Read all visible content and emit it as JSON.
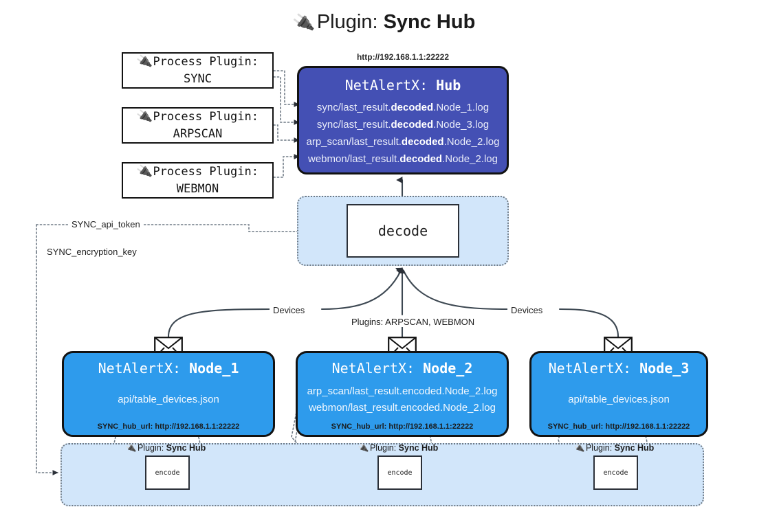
{
  "title": {
    "icon": "plug-icon",
    "prefix": "Plugin:",
    "name": "Sync Hub"
  },
  "process_plugins": [
    {
      "icon": "plug-icon",
      "heading": "Process Plugin:",
      "name": "SYNC"
    },
    {
      "icon": "plug-icon",
      "heading": "Process Plugin:",
      "name": "ARPSCAN"
    },
    {
      "icon": "plug-icon",
      "heading": "Process Plugin:",
      "name": "WEBMON"
    }
  ],
  "hub": {
    "url": "http://192.168.1.1:22222",
    "title_prefix": "NetAlertX:",
    "title_name": "Hub",
    "lines": [
      {
        "pre": "sync/last_result.",
        "mid": "decoded",
        "post": ".Node_1.log"
      },
      {
        "pre": "sync/last_result.",
        "mid": "decoded",
        "post": ".Node_3.log"
      },
      {
        "pre": "arp_scan/last_result.",
        "mid": "decoded",
        "post": ".Node_2.log"
      },
      {
        "pre": "webmon/last_result.",
        "mid": "decoded",
        "post": ".Node_2.log"
      }
    ]
  },
  "decode": {
    "label": "decode"
  },
  "config_edges": {
    "api_token": "SYNC_api_token",
    "encryption_key": "SYNC_encryption_key"
  },
  "flow_labels": {
    "devices_left": "Devices",
    "devices_right": "Devices",
    "plugins_mid": "Plugins: ARPSCAN, WEBMON"
  },
  "nodes": [
    {
      "icon": "envelope-icon",
      "title_prefix": "NetAlertX:",
      "title_name": "Node_1",
      "lines": [
        "api/table_devices.json"
      ],
      "footer": "SYNC_hub_url: http://192.168.1.1:22222"
    },
    {
      "icon": "envelope-icon",
      "title_prefix": "NetAlertX:",
      "title_name": "Node_2",
      "lines": [
        "arp_scan/last_result.encoded.Node_2.log",
        "webmon/last_result.encoded.Node_2.log"
      ],
      "footer": "SYNC_hub_url: http://192.168.1.1:22222"
    },
    {
      "icon": "envelope-icon",
      "title_prefix": "NetAlertX:",
      "title_name": "Node_3",
      "lines": [
        "api/table_devices.json"
      ],
      "footer": "SYNC_hub_url: http://192.168.1.1:22222"
    }
  ],
  "encoders": [
    {
      "icon": "plug-icon",
      "label_prefix": "Plugin:",
      "label_name": "Sync Hub",
      "box": "encode"
    },
    {
      "icon": "plug-icon",
      "label_prefix": "Plugin:",
      "label_name": "Sync Hub",
      "box": "encode"
    },
    {
      "icon": "plug-icon",
      "label_prefix": "Plugin:",
      "label_name": "Sync Hub",
      "box": "encode"
    }
  ],
  "colors": {
    "hub_fill": "#4450b4",
    "node_fill": "#2e9bec",
    "container_fill": "#d2e6fa",
    "edge_stroke": "#3d4852",
    "dotted_stroke": "#6f7a85",
    "background": "#ffffff"
  }
}
